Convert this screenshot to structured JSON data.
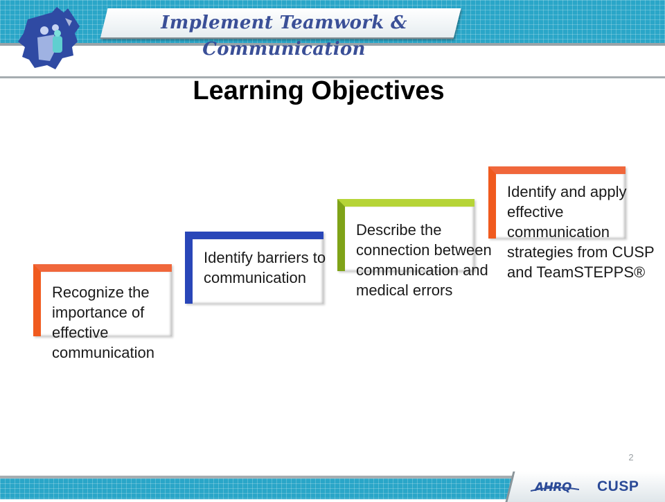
{
  "header": {
    "banner_title": "Implement Teamwork & Communication",
    "logo_icon": "teamwork-puzzle-logo-icon"
  },
  "slide": {
    "title": "Learning Objectives",
    "page_number": "2"
  },
  "steps": [
    {
      "text": "Recognize the importance of effective communication",
      "color": "#f05a1e"
    },
    {
      "text": "Identify barriers to communication",
      "color": "#2946b8"
    },
    {
      "text": "Describe the connection between communication and medical errors",
      "color": "#7fa318"
    },
    {
      "text": "Identify and apply effective communication strategies from CUSP and TeamSTEPPS®",
      "color": "#f05a1e"
    }
  ],
  "footer": {
    "ahrq_logo_text": "AHRQ",
    "cusp_logo_text": "CUSP"
  },
  "colors": {
    "band": "#2aa6c8",
    "brand_blue": "#2b4a97"
  }
}
